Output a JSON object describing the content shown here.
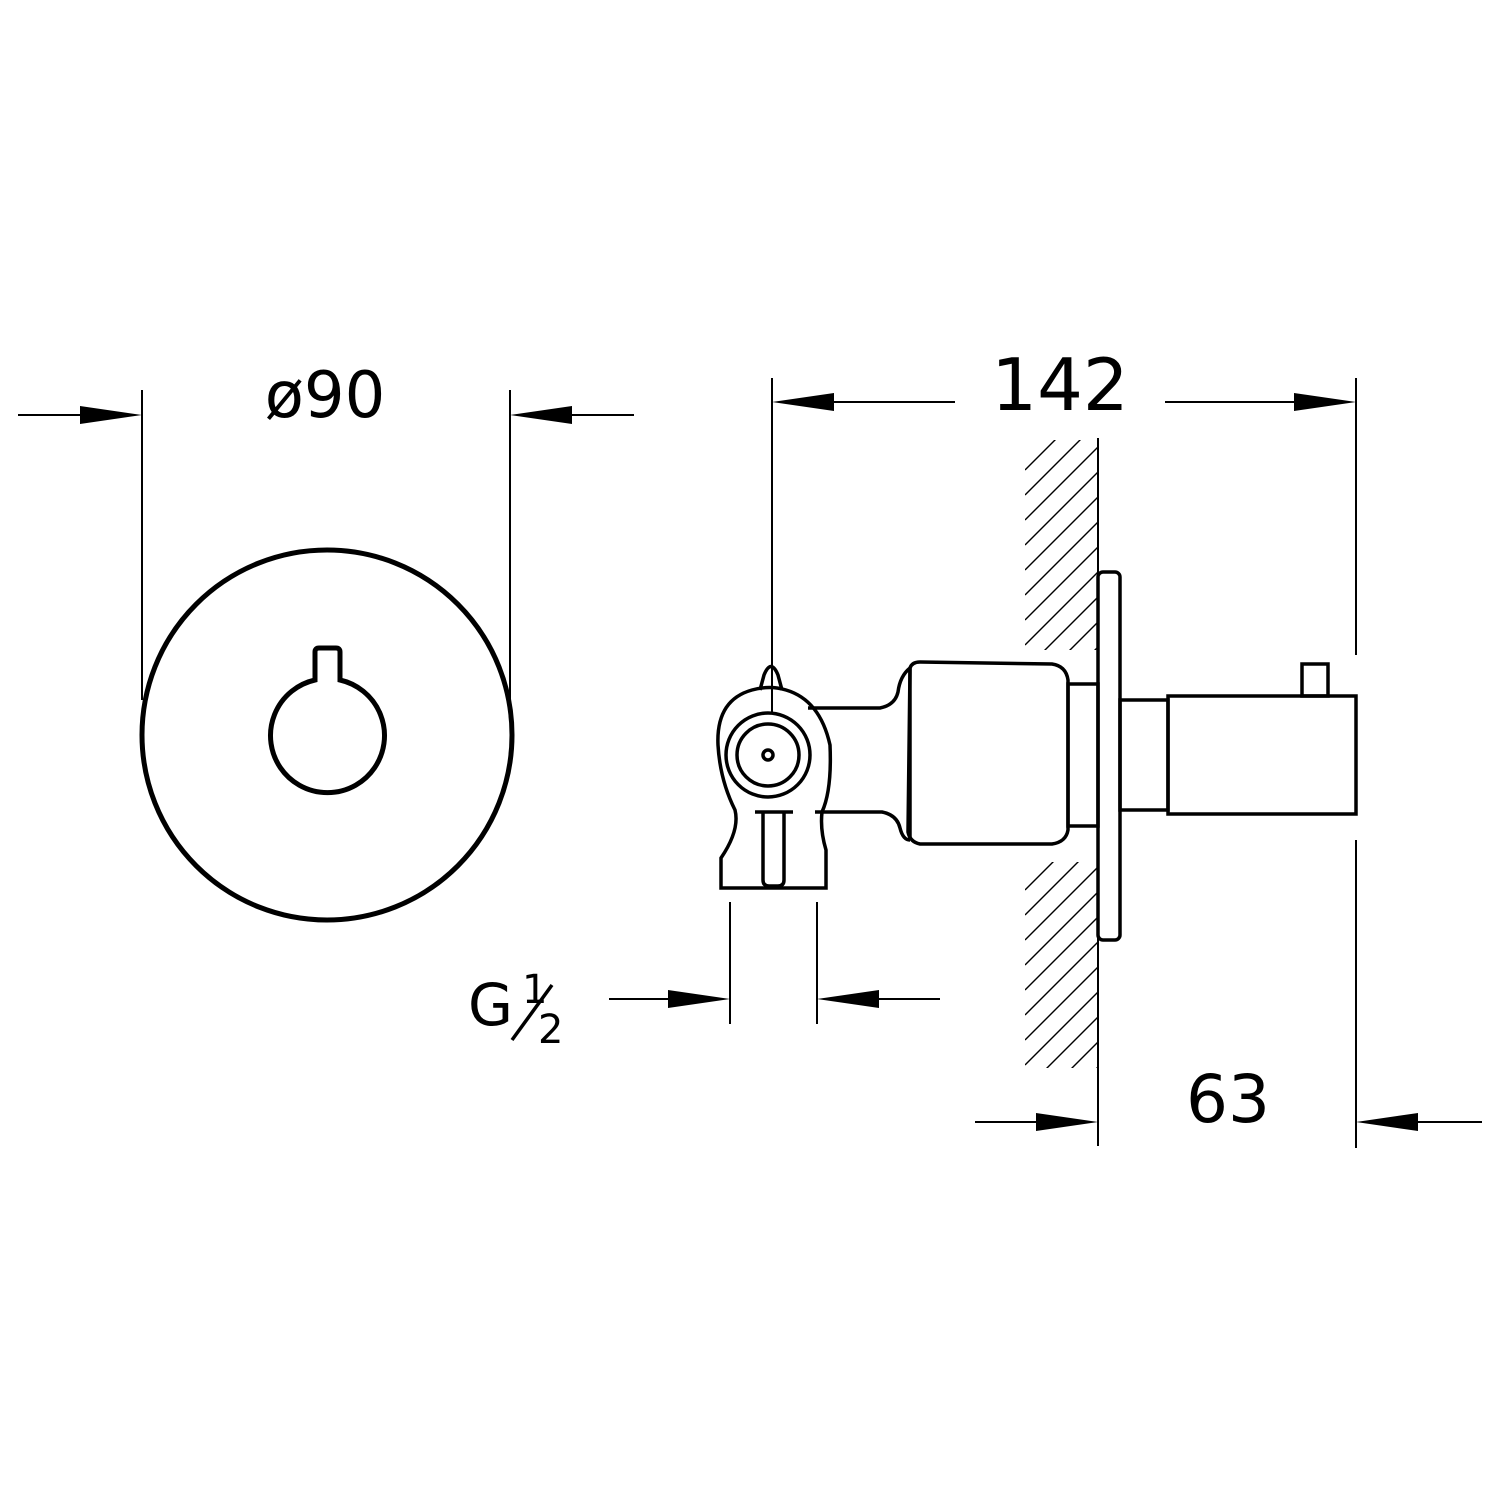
{
  "dimensions": {
    "diameter": "ø90",
    "depth_total": "142",
    "thread_prefix": "G",
    "thread_num": "1",
    "thread_den": "2",
    "wall_depth": "63"
  },
  "colors": {
    "line": "#000000",
    "background": "#ffffff"
  }
}
